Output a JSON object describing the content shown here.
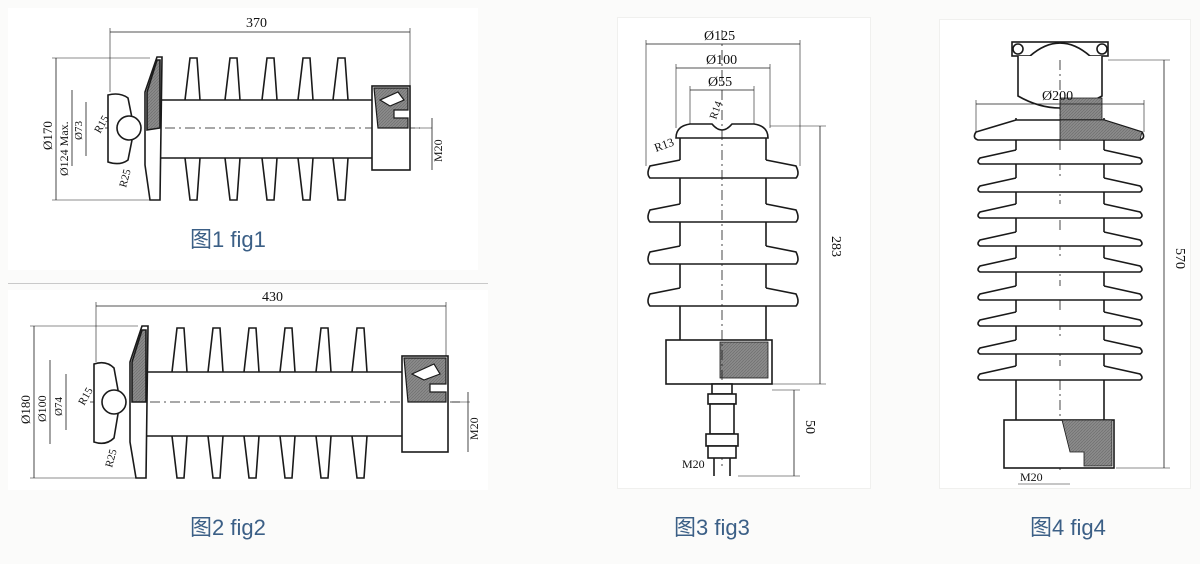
{
  "figures": [
    {
      "id": "fig1",
      "caption": "图1 fig1",
      "dims": {
        "length": "370",
        "d_outer": "Ø170",
        "d_max": "Ø124 Max.",
        "d_inner": "Ø73",
        "r_small": "R15",
        "r_large": "R25",
        "thread": "M20"
      }
    },
    {
      "id": "fig2",
      "caption": "图2 fig2",
      "dims": {
        "length": "430",
        "d_outer": "Ø180",
        "d_mid": "Ø100",
        "d_inner": "Ø74",
        "r_small": "R15",
        "r_large": "R25",
        "thread": "M20"
      }
    },
    {
      "id": "fig3",
      "caption": "图3 fig3",
      "dims": {
        "d1": "Ø125",
        "d2": "Ø100",
        "d3": "Ø55",
        "r_groove": "R14",
        "r_top": "R13",
        "height": "283",
        "stud": "50",
        "thread": "M20"
      }
    },
    {
      "id": "fig4",
      "caption": "图4 fig4",
      "dims": {
        "d_shed": "Ø200",
        "height": "570",
        "thread": "M20"
      }
    }
  ],
  "colors": {
    "line": "#1a1a1a",
    "hatch": "#808080",
    "caption": "#3b5f86",
    "background": "#fbfbfa"
  }
}
